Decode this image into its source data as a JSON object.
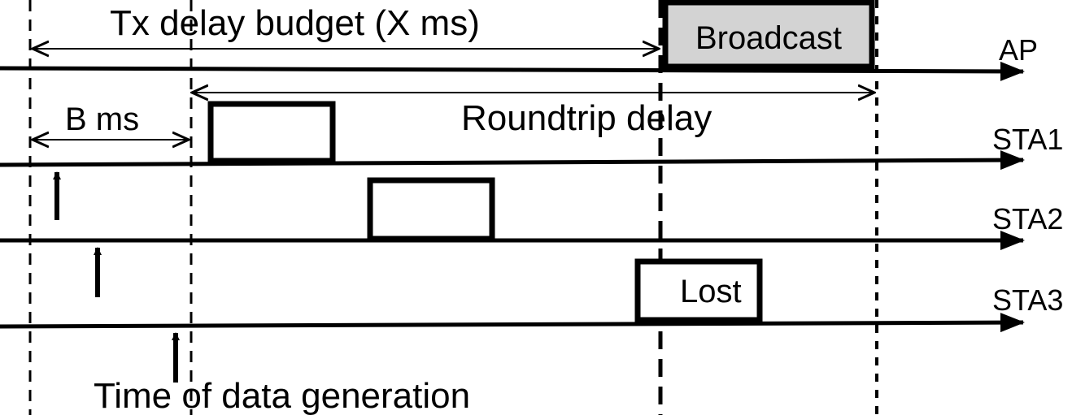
{
  "labels": {
    "tx_budget": "Tx delay budget (X ms)",
    "broadcast": "Broadcast",
    "ap": "AP",
    "roundtrip": "Roundtrip delay",
    "b_ms": "B ms",
    "sta1": "STA1",
    "sta2": "STA2",
    "sta3": "STA3",
    "lost": "Lost",
    "data_gen": "Time of data generation"
  },
  "colors": {
    "line": "#000000",
    "broadcast_fill": "#d3d3d3",
    "packet_fill": "#ffffff"
  }
}
